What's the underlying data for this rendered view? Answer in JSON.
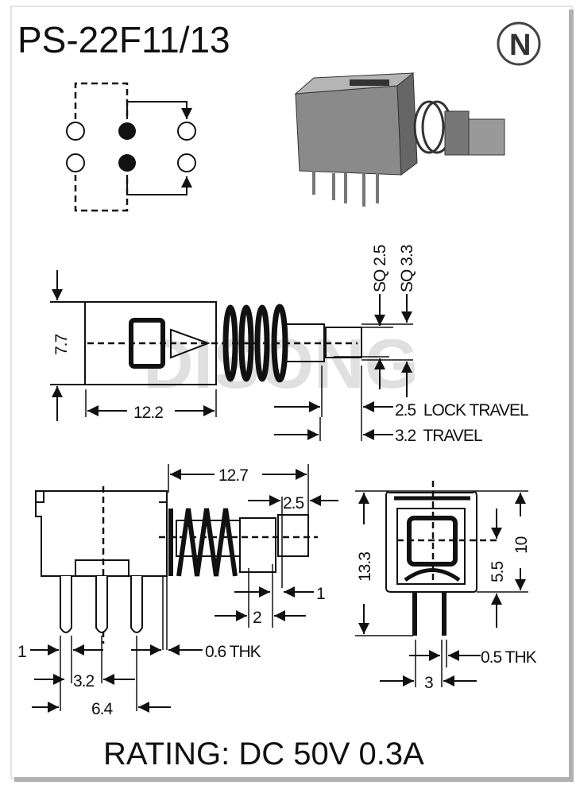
{
  "title": "PS-22F11/13",
  "logo": "N",
  "watermark": "DISONG",
  "side_view": {
    "height": "7.7",
    "body_length": "12.2",
    "sq_small": "SQ 2.5",
    "sq_large": "SQ 3.3",
    "lock_travel": "2.5  LOCK TRAVEL",
    "travel": "3.2  TRAVEL"
  },
  "front_view": {
    "overall_length": "12.7",
    "plunger_length": "2.5",
    "collar": "1",
    "shaft": "2",
    "pin_width": "1",
    "thickness": "0.6 THK",
    "pitch": "3.2",
    "span": "6.4"
  },
  "end_view": {
    "height": "13.3",
    "body_height": "10",
    "center_height": "5.5",
    "thickness": "0.5 THK",
    "pitch": "3"
  },
  "rating": "RATING: DC 50V 0.3A",
  "colors": {
    "ink": "#111111",
    "frame_shadow": "#b0b0b0",
    "watermark": "#d6d6d6"
  }
}
